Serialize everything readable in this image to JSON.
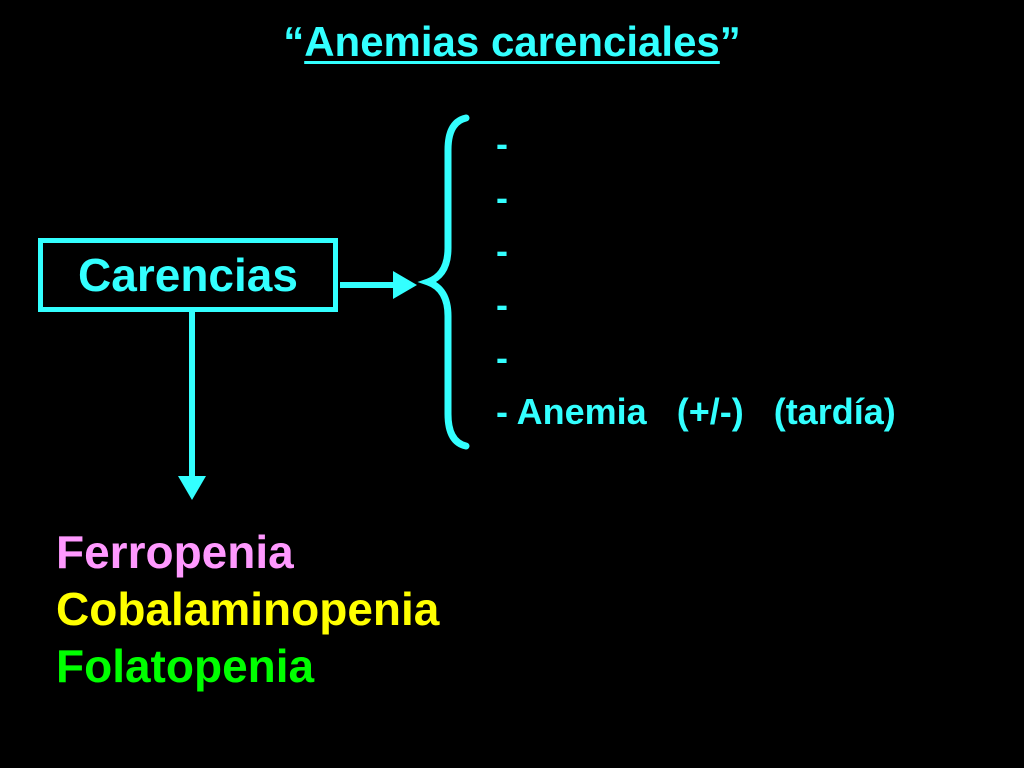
{
  "slide": {
    "title_open_quote": "“",
    "title": "Anemias carenciales",
    "title_close_quote": "”",
    "box_label": "Carencias",
    "list_items": [
      "-",
      "-",
      "-",
      "-",
      "-",
      "- Anemia   (+/-)   (tardía)"
    ],
    "deficiencies": [
      {
        "label": "Ferropenia",
        "color": "#FF99FF"
      },
      {
        "label": "Cobalaminopenia",
        "color": "#FFFF00"
      },
      {
        "label": "Folatopenia",
        "color": "#00FF00"
      }
    ],
    "colors": {
      "background": "#000000",
      "accent": "#33FFFF"
    },
    "icons": [
      "arrow-right-icon",
      "arrow-down-icon",
      "left-curly-brace-icon"
    ]
  }
}
